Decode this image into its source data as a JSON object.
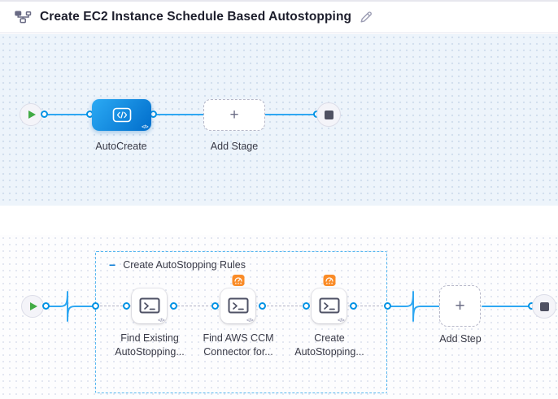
{
  "header": {
    "title": "Create EC2 Instance Schedule Based Autostopping"
  },
  "icons": {
    "plus": "+",
    "collapse_minus": "−",
    "code_glyph": "</>"
  },
  "stage_pipeline": {
    "stage_label": "AutoCreate",
    "add_stage_label": "Add Stage"
  },
  "execution": {
    "group_label": "Create AutoStopping Rules",
    "steps": [
      {
        "label1": "Find Existing",
        "label2": "AutoStopping...",
        "badge": false
      },
      {
        "label1": "Find AWS CCM",
        "label2": "Connector for...",
        "badge": true
      },
      {
        "label1": "Create",
        "label2": "AutoStopping...",
        "badge": true
      }
    ],
    "add_step_label": "Add Step"
  },
  "colors": {
    "accent_blue": "#0092E4",
    "connector_blue": "#2FA7F2",
    "stage_blue_start": "#2BAAF4",
    "stage_blue_end": "#0573CF",
    "badge_orange": "#FA8C28",
    "play_green": "#42AB45",
    "end_square_grey": "#4F5162",
    "label_text": "#383946",
    "canvas_top_bg": "#EDF4FB",
    "canvas_bottom_bg": "#FDFDFE"
  }
}
